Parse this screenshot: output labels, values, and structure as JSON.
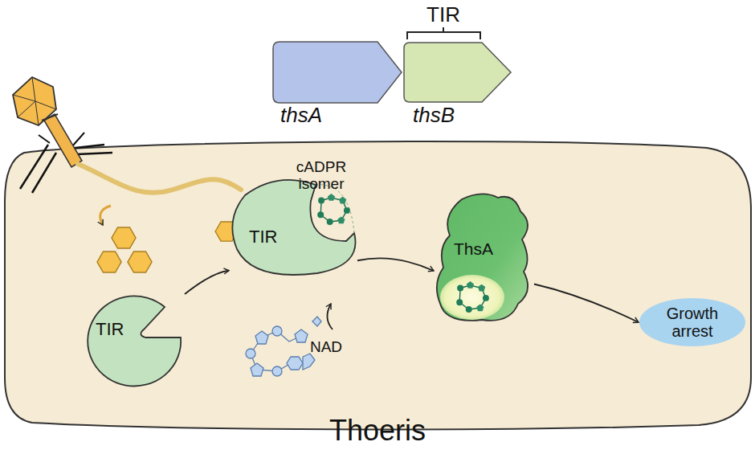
{
  "diagram": {
    "title": "Thoeris",
    "nodes": [
      {
        "text": [
          "TIR"
        ]
      },
      {
        "text": [
          "TIR"
        ]
      },
      {
        "text": [
          "ThsA"
        ]
      },
      {
        "text": [
          "Growth arrest"
        ]
      }
    ],
    "edges": [
      {
        "from": 0,
        "to": 1,
        "arrow": "to"
      },
      {
        "from": 1,
        "to": 2,
        "arrow": "to"
      },
      {
        "from": 2,
        "to": 3,
        "arrow": "to"
      }
    ],
    "labels": [
      "TIR",
      "thsA",
      "thsB",
      "cADPR isomer",
      "NAD"
    ]
  }
}
